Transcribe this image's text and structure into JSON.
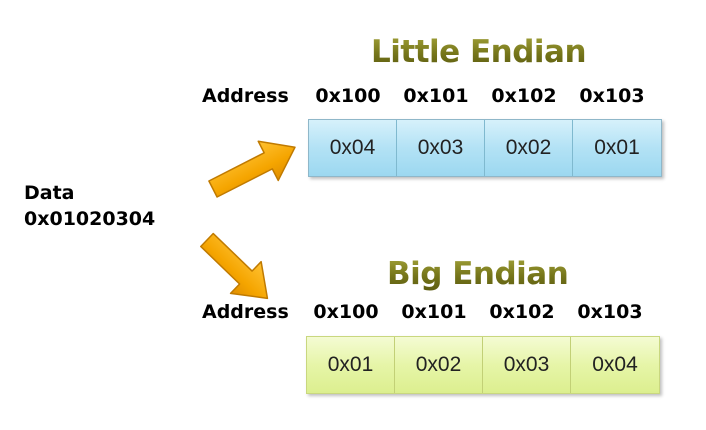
{
  "data_label": "Data",
  "data_value": "0x01020304",
  "little_endian": {
    "title": "Little Endian",
    "address_label": "Address",
    "addresses": [
      "0x100",
      "0x101",
      "0x102",
      "0x103"
    ],
    "bytes": [
      "0x04",
      "0x03",
      "0x02",
      "0x01"
    ]
  },
  "big_endian": {
    "title": "Big Endian",
    "address_label": "Address",
    "addresses": [
      "0x100",
      "0x101",
      "0x102",
      "0x103"
    ],
    "bytes": [
      "0x01",
      "0x02",
      "0x03",
      "0x04"
    ]
  },
  "colors": {
    "title": "#75751a",
    "little_cell": "#b3e2f5",
    "big_cell": "#e6f5a8",
    "arrow": "#f5a500"
  }
}
